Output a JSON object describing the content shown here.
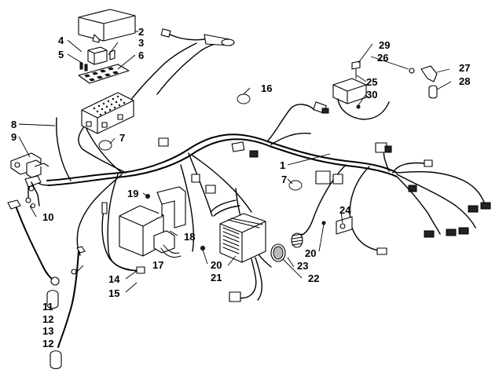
{
  "callouts": {
    "n2": "2",
    "n3": "3",
    "n4": "4",
    "n5": "5",
    "n6": "6",
    "n7a": "7",
    "n7b": "7",
    "n8": "8",
    "n9": "9",
    "n10": "10",
    "n11": "11",
    "n12a": "12",
    "n12b": "12",
    "n13": "13",
    "n14": "14",
    "n15": "15",
    "n16": "16",
    "n17": "17",
    "n18": "18",
    "n19": "19",
    "n20a": "20",
    "n20b": "20",
    "n21": "21",
    "n22": "22",
    "n23": "23",
    "n24": "24",
    "n25": "25",
    "n26": "26",
    "n27": "27",
    "n28": "28",
    "n29": "29",
    "n30": "30",
    "n1": "1"
  }
}
